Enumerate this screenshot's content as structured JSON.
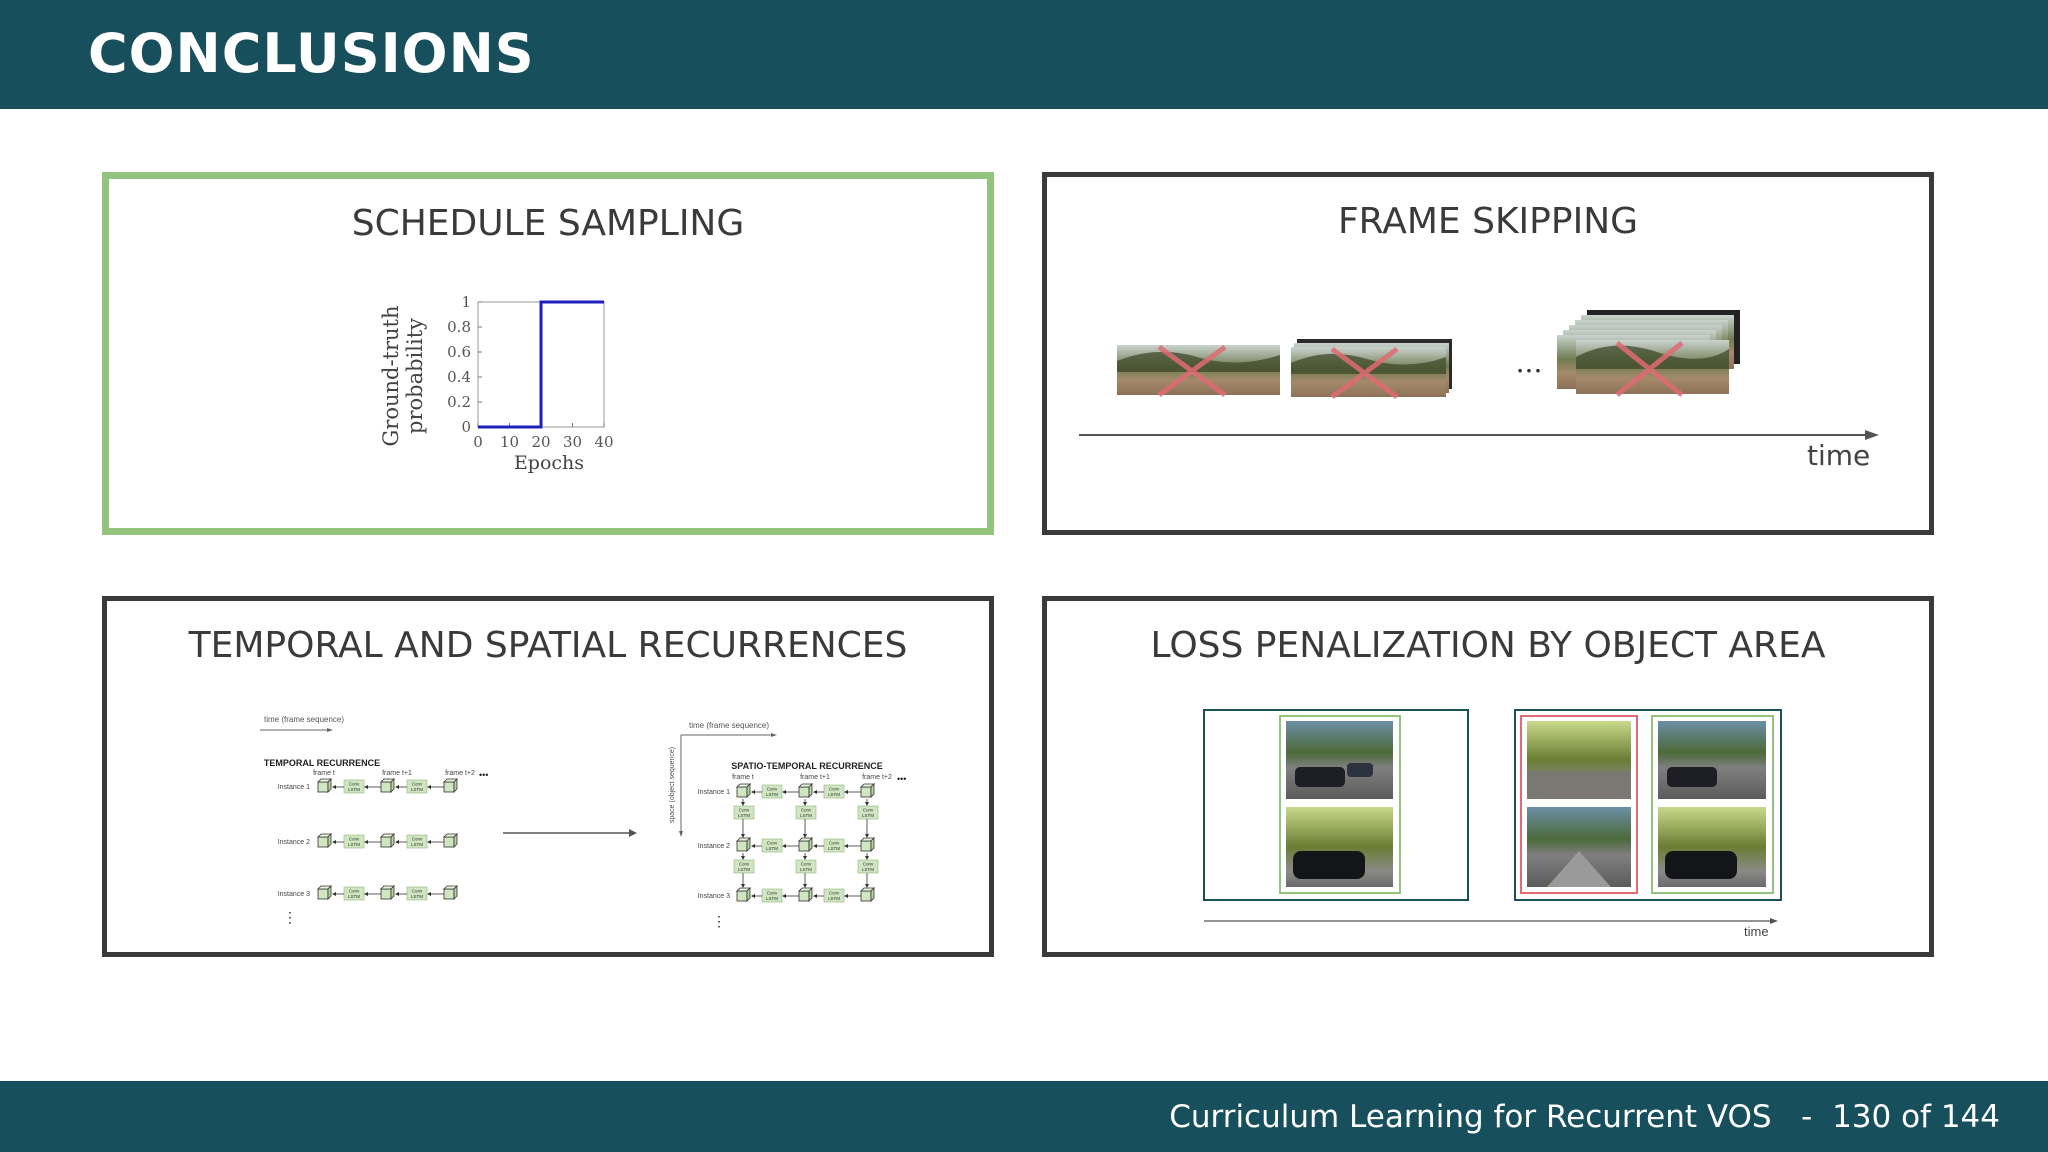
{
  "header": {
    "title": "CONCLUSIONS"
  },
  "panels": {
    "schedule": {
      "title": "SCHEDULE SAMPLING",
      "chart_data": {
        "type": "line",
        "ylabel_line1": "Ground-truth",
        "ylabel_line2": "probability",
        "xlabel": "Epochs",
        "x_ticks": [
          "0",
          "10",
          "20",
          "30",
          "40"
        ],
        "y_ticks": [
          "0",
          "0.2",
          "0.4",
          "0.6",
          "0.8",
          "1"
        ],
        "xlim": [
          0,
          40
        ],
        "ylim": [
          0,
          1
        ],
        "series": [
          {
            "x": [
              0,
              20,
              20,
              40
            ],
            "y": [
              0,
              0,
              1,
              1
            ]
          }
        ],
        "line_color": "#1f1fbf"
      }
    },
    "frame": {
      "title": "FRAME SKIPPING",
      "ellipsis": "...",
      "time_label": "time"
    },
    "temporal": {
      "title": "TEMPORAL AND SPATIAL RECURRENCES",
      "left": {
        "axis_label": "time (frame sequence)",
        "heading": "TEMPORAL RECURRENCE",
        "frames": [
          "frame t",
          "frame t+1",
          "frame t+2"
        ],
        "instances": [
          "Instance 1",
          "Instance 2",
          "Instance 3"
        ],
        "cell_label_1": "Conv",
        "cell_label_2": "LSTM"
      },
      "right": {
        "axis_label": "time (frame sequence)",
        "vertical_label": "space (object sequence)",
        "heading": "SPATIO-TEMPORAL RECURRENCE",
        "frames": [
          "frame t",
          "frame t+1",
          "frame t+2"
        ],
        "instances": [
          "Instance 1",
          "Instance 2",
          "Instance 3"
        ]
      },
      "ellipsis": "•••",
      "vdots": "⋮"
    },
    "loss": {
      "title": "LOSS PENALIZATION BY OBJECT AREA",
      "time_label": "time"
    }
  },
  "footer": {
    "text": "Curriculum Learning for Recurrent VOS   -  130 of 144"
  }
}
